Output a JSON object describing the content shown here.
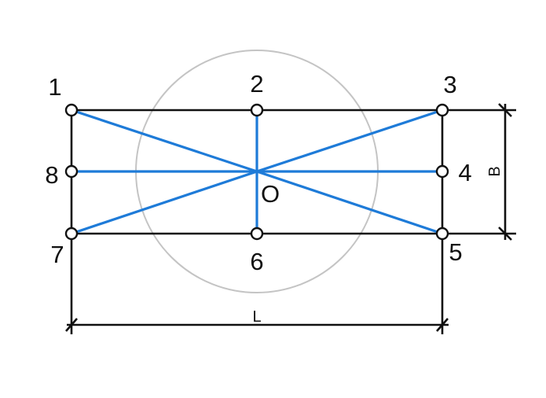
{
  "diagram": {
    "point_labels": [
      "1",
      "2",
      "3",
      "4",
      "5",
      "6",
      "7",
      "8"
    ],
    "center_label": "O",
    "length_label": "L",
    "width_label": "B"
  },
  "colors": {
    "rectangle": "#111111",
    "rays": "#1e7bd8",
    "circle": "#c4c4c4",
    "node_fill": "#ffffff"
  }
}
